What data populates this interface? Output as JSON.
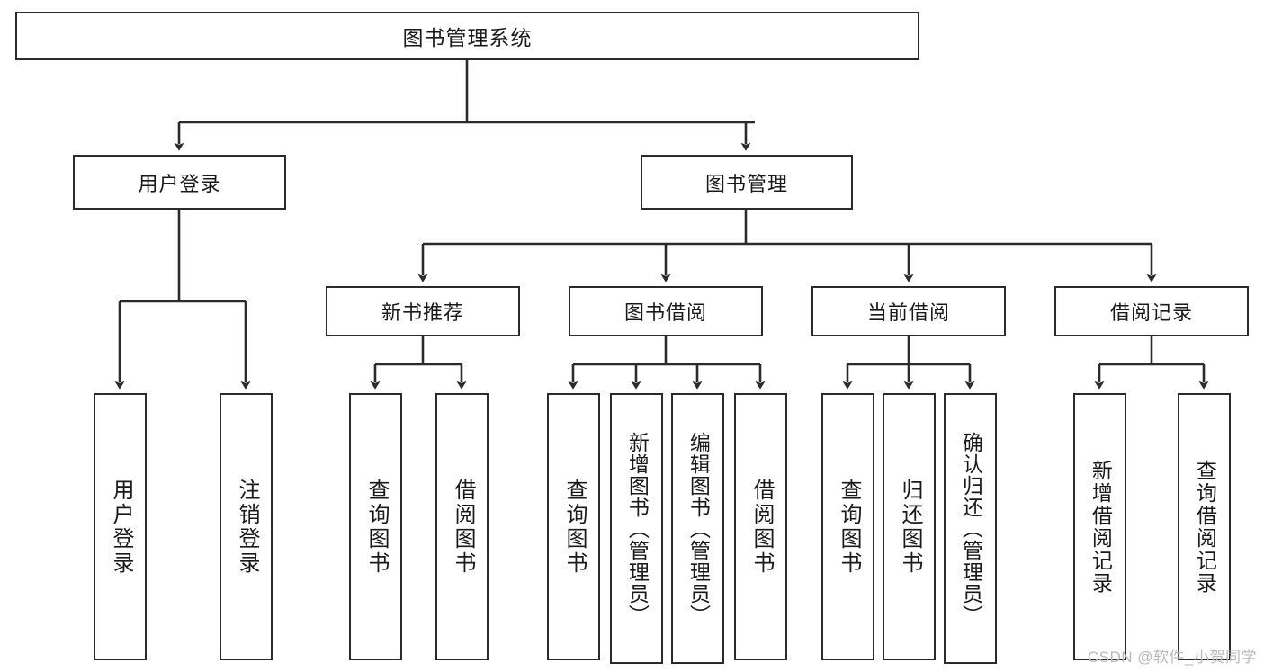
{
  "diagram": {
    "title": "图书管理系统",
    "type": "tree",
    "watermark": "CSDN @软件_小贺同学",
    "colors": {
      "border": "#2b2b2b",
      "background": "#ffffff",
      "text": "#1a1a1a",
      "edge": "#2b2b2b",
      "watermark": "#b9b9b9"
    },
    "levels": {
      "root": "图书管理系统",
      "level2": [
        "用户登录",
        "图书管理"
      ],
      "level3": [
        "新书推荐",
        "图书借阅",
        "当前借阅",
        "借阅记录"
      ]
    }
  },
  "nodes": {
    "root": {
      "label": "图书管理系统"
    },
    "user_login": {
      "label": "用户登录"
    },
    "book_manage": {
      "label": "图书管理"
    },
    "new_book_rec": {
      "label": "新书推荐"
    },
    "book_borrow": {
      "label": "图书借阅"
    },
    "current_borrow": {
      "label": "当前借阅"
    },
    "borrow_record": {
      "label": "借阅记录"
    },
    "leaf_user_login": {
      "label": "用户登录"
    },
    "leaf_logout": {
      "label": "注销登录"
    },
    "leaf_query_book_1": {
      "label": "查询图书"
    },
    "leaf_borrow_book_1": {
      "label": "借阅图书"
    },
    "leaf_query_book_2": {
      "label": "查询图书"
    },
    "leaf_add_book": {
      "label": "新增图书（管理员）"
    },
    "leaf_edit_book": {
      "label": "编辑图书（管理员）"
    },
    "leaf_borrow_book_2": {
      "label": "借阅图书"
    },
    "leaf_query_book_3": {
      "label": "查询图书"
    },
    "leaf_return_book": {
      "label": "归还图书"
    },
    "leaf_confirm_return": {
      "label": "确认归还（管理员）"
    },
    "leaf_add_record": {
      "label": "新增借阅记录"
    },
    "leaf_query_record": {
      "label": "查询借阅记录"
    }
  },
  "tree": {
    "root": "图书管理系统",
    "children": [
      {
        "label": "用户登录",
        "children": [
          {
            "label": "用户登录"
          },
          {
            "label": "注销登录"
          }
        ]
      },
      {
        "label": "图书管理",
        "children": [
          {
            "label": "新书推荐",
            "children": [
              {
                "label": "查询图书"
              },
              {
                "label": "借阅图书"
              }
            ]
          },
          {
            "label": "图书借阅",
            "children": [
              {
                "label": "查询图书"
              },
              {
                "label": "新增图书（管理员）"
              },
              {
                "label": "编辑图书（管理员）"
              },
              {
                "label": "借阅图书"
              }
            ]
          },
          {
            "label": "当前借阅",
            "children": [
              {
                "label": "查询图书"
              },
              {
                "label": "归还图书"
              },
              {
                "label": "确认归还（管理员）"
              }
            ]
          },
          {
            "label": "借阅记录",
            "children": [
              {
                "label": "新增借阅记录"
              },
              {
                "label": "查询借阅记录"
              }
            ]
          }
        ]
      }
    ]
  }
}
